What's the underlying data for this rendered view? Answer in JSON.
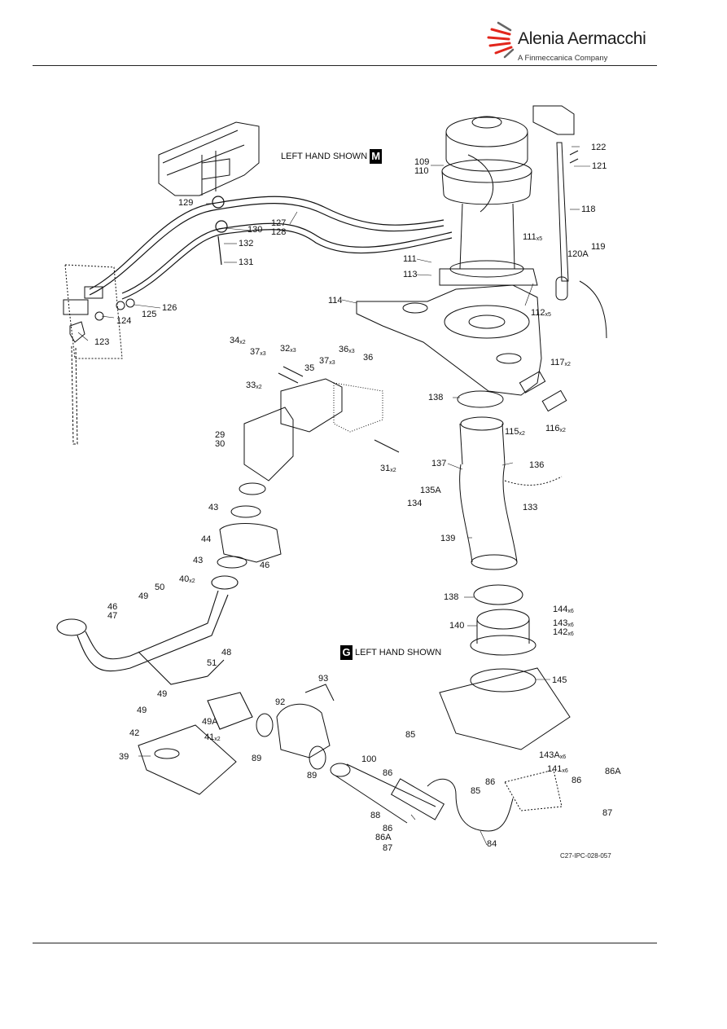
{
  "header": {
    "brand": "Alenia Aermacchi",
    "tagline": "A Finmeccanica Company"
  },
  "diagram": {
    "view_notes": [
      {
        "letter": "M",
        "text": "LEFT HAND SHOWN"
      },
      {
        "letter": "G",
        "text": "LEFT HAND SHOWN"
      }
    ],
    "figure_ref": "C27-IPC-028-057",
    "callouts": [
      {
        "num": "109",
        "qty": ""
      },
      {
        "num": "110",
        "qty": ""
      },
      {
        "num": "122",
        "qty": ""
      },
      {
        "num": "121",
        "qty": ""
      },
      {
        "num": "118",
        "qty": ""
      },
      {
        "num": "129",
        "qty": ""
      },
      {
        "num": "130",
        "qty": ""
      },
      {
        "num": "127",
        "qty": ""
      },
      {
        "num": "128",
        "qty": ""
      },
      {
        "num": "132",
        "qty": ""
      },
      {
        "num": "131",
        "qty": ""
      },
      {
        "num": "111",
        "qty": "x5"
      },
      {
        "num": "119",
        "qty": ""
      },
      {
        "num": "120A",
        "qty": ""
      },
      {
        "num": "111",
        "qty": ""
      },
      {
        "num": "113",
        "qty": ""
      },
      {
        "num": "114",
        "qty": ""
      },
      {
        "num": "112",
        "qty": "x5"
      },
      {
        "num": "126",
        "qty": ""
      },
      {
        "num": "125",
        "qty": ""
      },
      {
        "num": "124",
        "qty": ""
      },
      {
        "num": "123",
        "qty": ""
      },
      {
        "num": "34",
        "qty": "x2"
      },
      {
        "num": "37",
        "qty": "x3"
      },
      {
        "num": "32",
        "qty": "x3"
      },
      {
        "num": "36",
        "qty": "x3"
      },
      {
        "num": "35",
        "qty": ""
      },
      {
        "num": "37",
        "qty": "x3"
      },
      {
        "num": "36",
        "qty": ""
      },
      {
        "num": "33",
        "qty": "x2"
      },
      {
        "num": "117",
        "qty": "x2"
      },
      {
        "num": "138",
        "qty": ""
      },
      {
        "num": "116",
        "qty": "x2"
      },
      {
        "num": "115",
        "qty": "x2"
      },
      {
        "num": "29",
        "qty": ""
      },
      {
        "num": "30",
        "qty": ""
      },
      {
        "num": "31",
        "qty": "x2"
      },
      {
        "num": "137",
        "qty": ""
      },
      {
        "num": "136",
        "qty": ""
      },
      {
        "num": "135A",
        "qty": ""
      },
      {
        "num": "134",
        "qty": ""
      },
      {
        "num": "133",
        "qty": ""
      },
      {
        "num": "43",
        "qty": ""
      },
      {
        "num": "44",
        "qty": ""
      },
      {
        "num": "139",
        "qty": ""
      },
      {
        "num": "43",
        "qty": ""
      },
      {
        "num": "46",
        "qty": ""
      },
      {
        "num": "40",
        "qty": "x2"
      },
      {
        "num": "50",
        "qty": ""
      },
      {
        "num": "49",
        "qty": ""
      },
      {
        "num": "46",
        "qty": ""
      },
      {
        "num": "47",
        "qty": ""
      },
      {
        "num": "138",
        "qty": ""
      },
      {
        "num": "144",
        "qty": "x6"
      },
      {
        "num": "140",
        "qty": ""
      },
      {
        "num": "143",
        "qty": "x6"
      },
      {
        "num": "142",
        "qty": "x6"
      },
      {
        "num": "48",
        "qty": ""
      },
      {
        "num": "51",
        "qty": ""
      },
      {
        "num": "145",
        "qty": ""
      },
      {
        "num": "93",
        "qty": ""
      },
      {
        "num": "49",
        "qty": ""
      },
      {
        "num": "92",
        "qty": ""
      },
      {
        "num": "49",
        "qty": ""
      },
      {
        "num": "49A",
        "qty": ""
      },
      {
        "num": "42",
        "qty": ""
      },
      {
        "num": "41",
        "qty": "x2"
      },
      {
        "num": "85",
        "qty": ""
      },
      {
        "num": "39",
        "qty": ""
      },
      {
        "num": "89",
        "qty": ""
      },
      {
        "num": "100",
        "qty": ""
      },
      {
        "num": "143A",
        "qty": "x6"
      },
      {
        "num": "89",
        "qty": ""
      },
      {
        "num": "86",
        "qty": ""
      },
      {
        "num": "141",
        "qty": "x6"
      },
      {
        "num": "86A",
        "qty": ""
      },
      {
        "num": "86",
        "qty": ""
      },
      {
        "num": "86",
        "qty": ""
      },
      {
        "num": "85",
        "qty": ""
      },
      {
        "num": "87",
        "qty": ""
      },
      {
        "num": "88",
        "qty": ""
      },
      {
        "num": "86",
        "qty": ""
      },
      {
        "num": "86A",
        "qty": ""
      },
      {
        "num": "84",
        "qty": ""
      },
      {
        "num": "87",
        "qty": ""
      }
    ]
  }
}
